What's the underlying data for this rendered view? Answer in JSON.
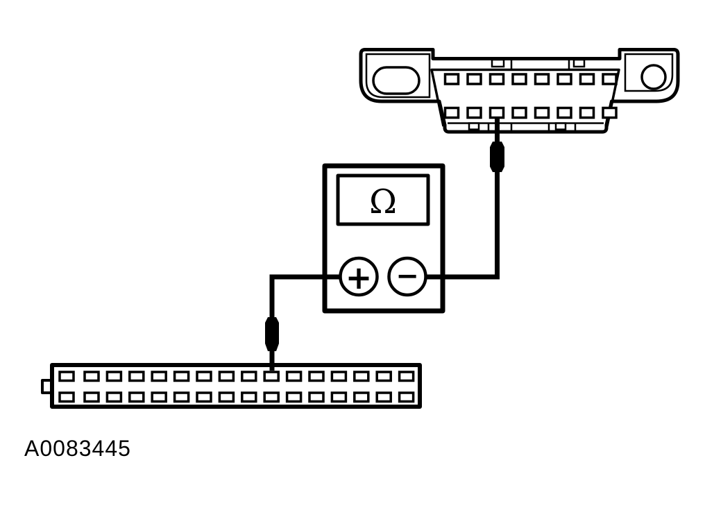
{
  "figure": {
    "code": "A0083445",
    "background_color": "#ffffff",
    "line_color": "#000000"
  },
  "ohmmeter": {
    "display_symbol": "Ω",
    "positive_terminal_label": "+",
    "negative_terminal_label": "−"
  },
  "top_connector": {
    "description": "Data link connector with two mounting ears, 2 rows of 8 pins, test probe on lower-row pin 3",
    "rows": 2,
    "pins_per_row": 8,
    "probe_row": "lower",
    "probe_pin_index": 3
  },
  "bottom_connector": {
    "description": "Inline harness connector, 2 rows of 16 pins, test probe on upper-row pin 10",
    "rows": 2,
    "pins_per_row": 16,
    "probe_row": "upper",
    "probe_pin_index": 10
  }
}
